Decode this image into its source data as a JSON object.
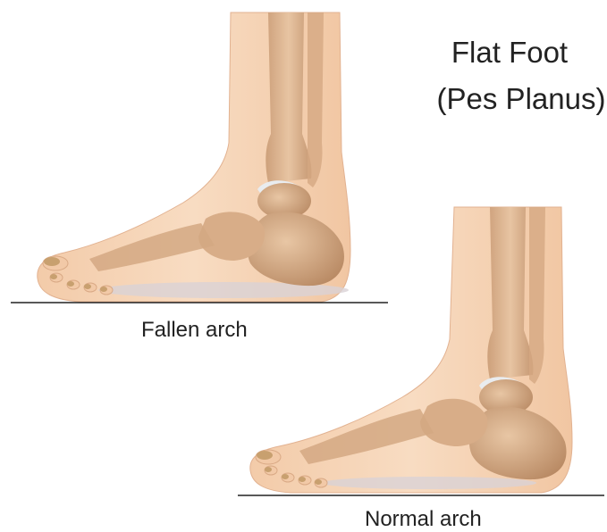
{
  "title": {
    "line1": "Flat Foot",
    "line2": "(Pes Planus)"
  },
  "labels": {
    "flat": "Fallen arch",
    "normal": "Normal arch"
  },
  "colors": {
    "skin": "#f5d2b3",
    "skin_edge": "#e2b291",
    "bone": "#d9b08c",
    "bone_dark": "#b88a66",
    "bone_light": "#ecd0b2",
    "cartilage": "#e9ecef",
    "ground": "#222222",
    "shadow": "#d7d0d4"
  }
}
